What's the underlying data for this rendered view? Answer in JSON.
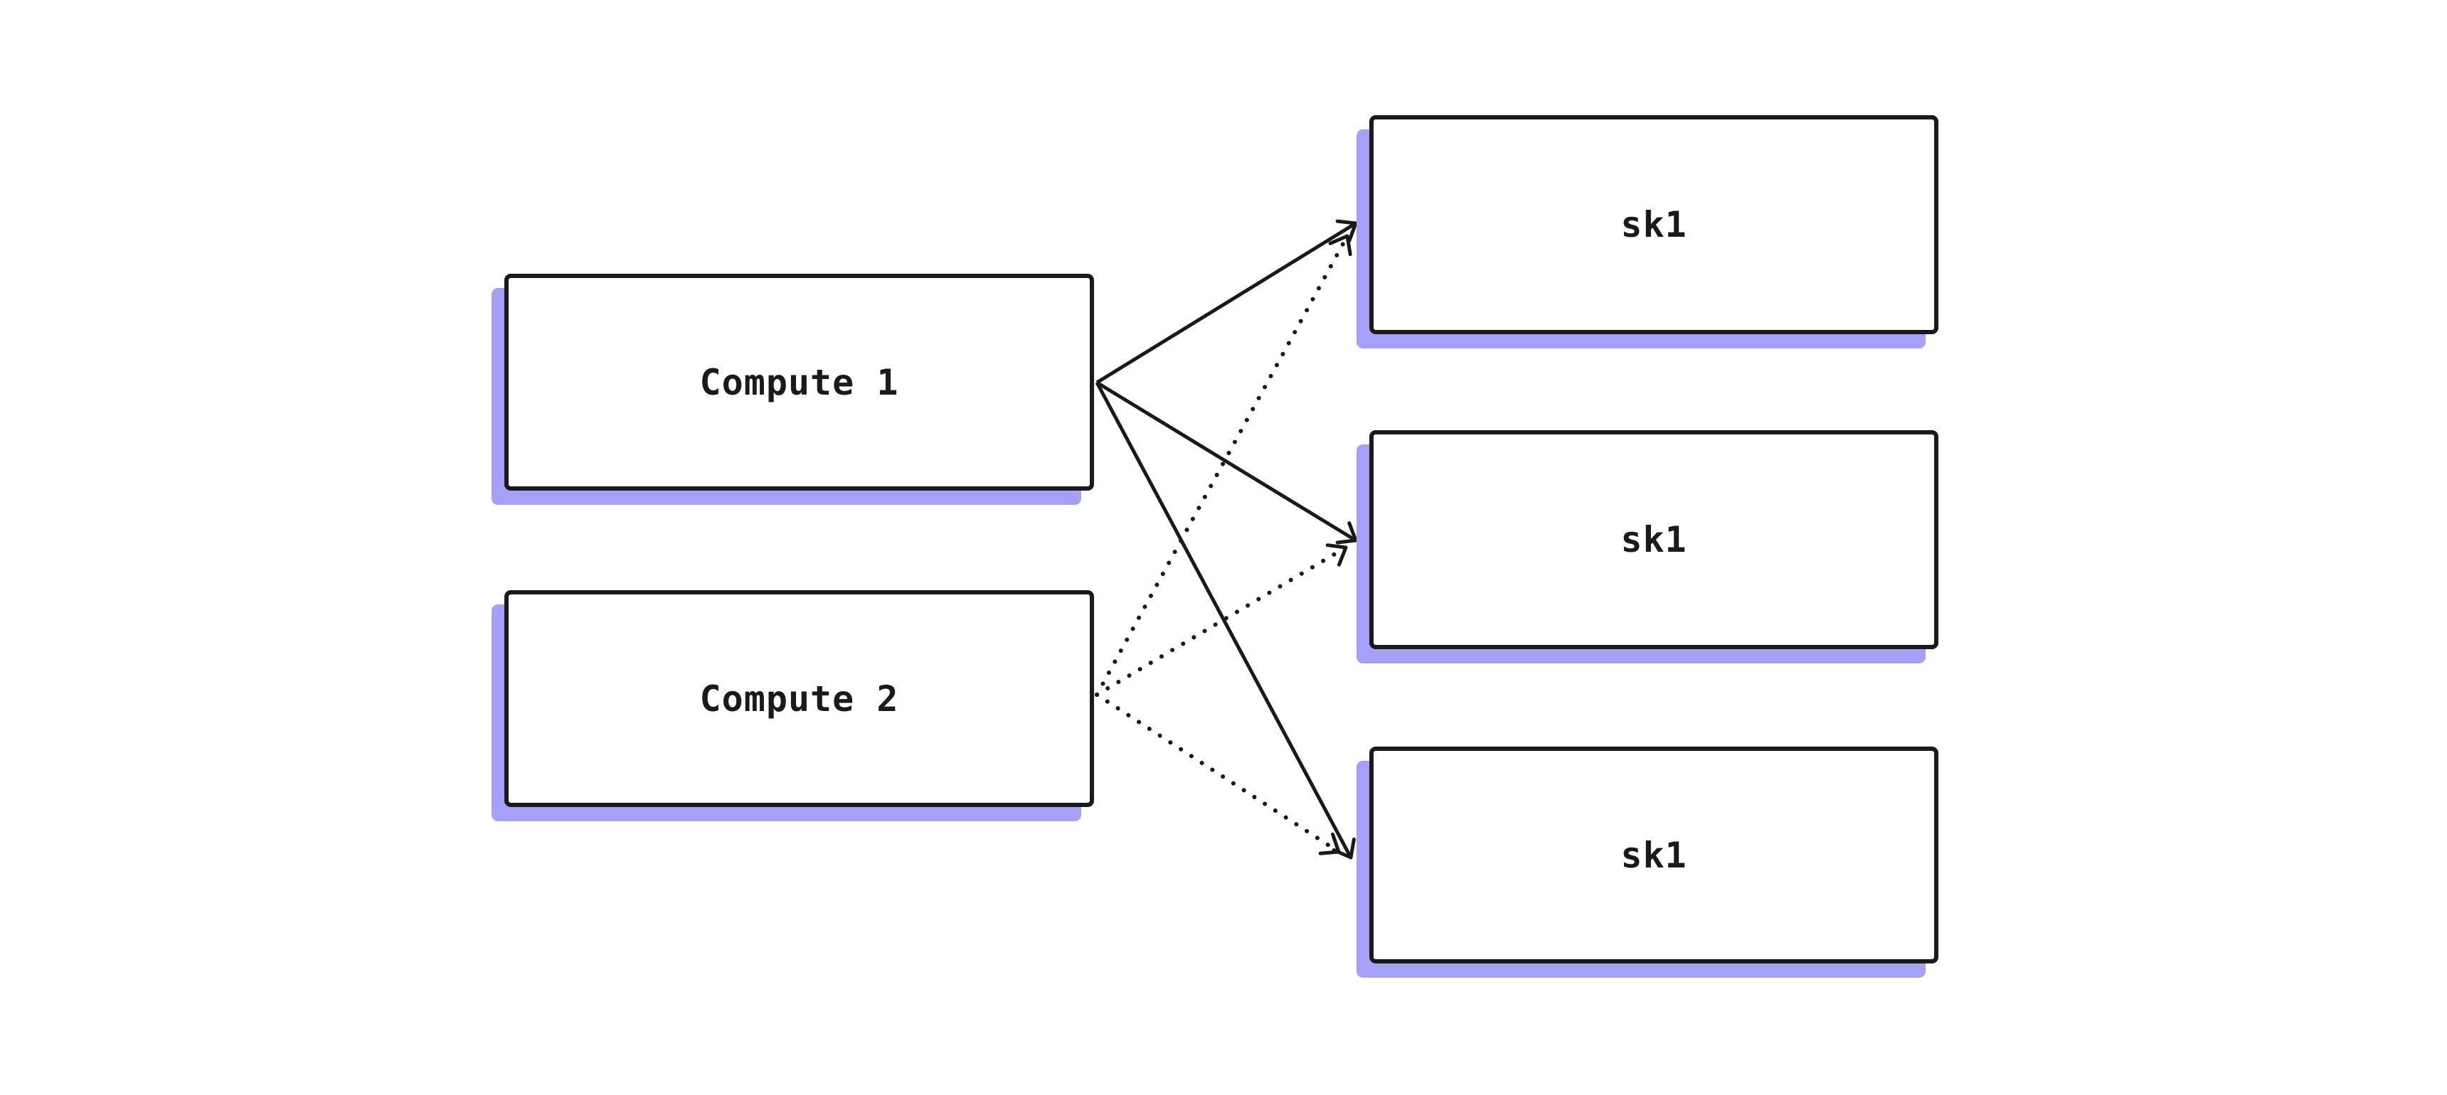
{
  "diagram": {
    "colors": {
      "background": "#ffffff",
      "node_fill": "#ffffff",
      "stroke": "#1a1a1a",
      "text": "#1a1a1a",
      "shadow": "#a5a0fa"
    },
    "nodes": [
      {
        "id": "compute-1",
        "label": "Compute 1"
      },
      {
        "id": "compute-2",
        "label": "Compute 2"
      },
      {
        "id": "sk1-top",
        "label": "sk1"
      },
      {
        "id": "sk1-middle",
        "label": "sk1"
      },
      {
        "id": "sk1-bottom",
        "label": "sk1"
      }
    ],
    "edges": [
      {
        "from": "compute-1",
        "to": "sk1-top",
        "style": "solid",
        "arrowhead": "open"
      },
      {
        "from": "compute-1",
        "to": "sk1-middle",
        "style": "solid",
        "arrowhead": "open"
      },
      {
        "from": "compute-1",
        "to": "sk1-bottom",
        "style": "solid",
        "arrowhead": "open"
      },
      {
        "from": "compute-2",
        "to": "sk1-top",
        "style": "dotted",
        "arrowhead": "open"
      },
      {
        "from": "compute-2",
        "to": "sk1-middle",
        "style": "dotted",
        "arrowhead": "open"
      },
      {
        "from": "compute-2",
        "to": "sk1-bottom",
        "style": "dotted",
        "arrowhead": "open"
      }
    ]
  }
}
